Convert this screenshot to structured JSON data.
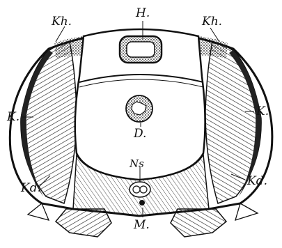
{
  "labels": {
    "heart": "H.",
    "gill_top_left": "Kh.",
    "gill_top_right": "Kh.",
    "gill_left": "K.",
    "gill_right": "K.",
    "gill_gland_left": "Kd.",
    "gill_gland_right": "Kd.",
    "intestine": "D.",
    "nerve": "Ns",
    "muscle": "M."
  },
  "colors": {
    "ink": "#111111",
    "paper": "#ffffff"
  }
}
